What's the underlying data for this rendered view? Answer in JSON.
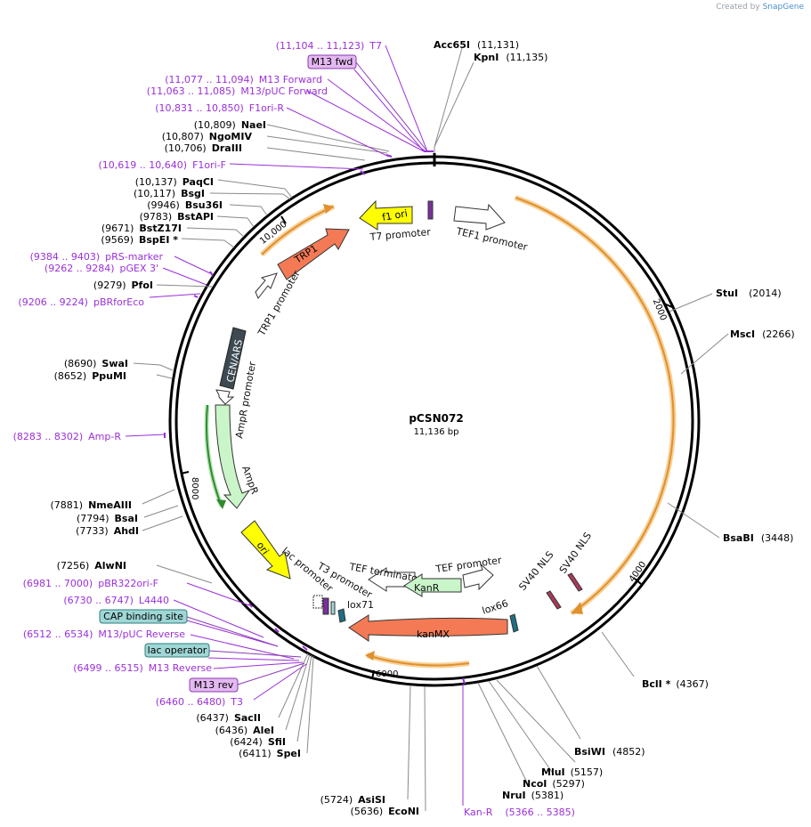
{
  "credit": {
    "prefix": "Created by",
    "brand": "SnapGene"
  },
  "plasmid": {
    "name": "pCSN072",
    "size_label": "11,136 bp"
  },
  "ruler_ticks": [
    "2000",
    "4000",
    "6000",
    "8000",
    "10,000"
  ],
  "enzymes": [
    {
      "id": "acc65i",
      "name": "Acc65I",
      "pos": "(11,131)"
    },
    {
      "id": "kpni",
      "name": "KpnI",
      "pos": "(11,135)"
    },
    {
      "id": "naei",
      "name": "NaeI",
      "pos": "(10,809)"
    },
    {
      "id": "ngomiv",
      "name": "NgoMIV",
      "pos": "(10,807)"
    },
    {
      "id": "draiii",
      "name": "DraIII",
      "pos": "(10,706)"
    },
    {
      "id": "paqci",
      "name": "PaqCI",
      "pos": "(10,137)"
    },
    {
      "id": "bsgi",
      "name": "BsgI",
      "pos": "(10,117)"
    },
    {
      "id": "bsu36i",
      "name": "Bsu36I",
      "pos": "(9946)"
    },
    {
      "id": "bstapi",
      "name": "BstAPI",
      "pos": "(9783)"
    },
    {
      "id": "bstz17i",
      "name": "BstZ17I",
      "pos": "(9671)"
    },
    {
      "id": "bspei",
      "name": "BspEI *",
      "pos": "(9569)"
    },
    {
      "id": "pfoi",
      "name": "PfoI",
      "pos": "(9279)"
    },
    {
      "id": "swai",
      "name": "SwaI",
      "pos": "(8690)"
    },
    {
      "id": "ppumi",
      "name": "PpuMI",
      "pos": "(8652)"
    },
    {
      "id": "nmeaiii",
      "name": "NmeAIII",
      "pos": "(7881)"
    },
    {
      "id": "bsai",
      "name": "BsaI",
      "pos": "(7794)"
    },
    {
      "id": "ahdi",
      "name": "AhdI",
      "pos": "(7733)"
    },
    {
      "id": "alwni",
      "name": "AlwNI",
      "pos": "(7256)"
    },
    {
      "id": "sacii",
      "name": "SacII",
      "pos": "(6437)"
    },
    {
      "id": "alei",
      "name": "AleI",
      "pos": "(6436)"
    },
    {
      "id": "sfii",
      "name": "SfiI",
      "pos": "(6424)"
    },
    {
      "id": "spei",
      "name": "SpeI",
      "pos": "(6411)"
    },
    {
      "id": "asisi",
      "name": "AsiSI",
      "pos": "(5724)"
    },
    {
      "id": "econi",
      "name": "EcoNI",
      "pos": "(5636)"
    },
    {
      "id": "nrui",
      "name": "NruI",
      "pos": "(5381)"
    },
    {
      "id": "ncoi",
      "name": "NcoI",
      "pos": "(5297)"
    },
    {
      "id": "mlui",
      "name": "MluI",
      "pos": "(5157)"
    },
    {
      "id": "bsiwi",
      "name": "BsiWI",
      "pos": "(4852)"
    },
    {
      "id": "bcli",
      "name": "BclI *",
      "pos": "(4367)"
    },
    {
      "id": "bsabi",
      "name": "BsaBI",
      "pos": "(3448)"
    },
    {
      "id": "msci",
      "name": "MscI",
      "pos": "(2266)"
    },
    {
      "id": "stui",
      "name": "StuI",
      "pos": "(2014)"
    }
  ],
  "primers": [
    {
      "id": "t7",
      "range": "(11,104 .. 11,123)",
      "name": "T7"
    },
    {
      "id": "m13-forward",
      "range": "(11,077 .. 11,094)",
      "name": "M13 Forward"
    },
    {
      "id": "m13-puc-forward",
      "range": "(11,063 .. 11,085)",
      "name": "M13/pUC Forward"
    },
    {
      "id": "f1ori-r",
      "range": "(10,831 .. 10,850)",
      "name": "F1ori-R"
    },
    {
      "id": "f1ori-f",
      "range": "(10,619 .. 10,640)",
      "name": "F1ori-F"
    },
    {
      "id": "prs-marker",
      "range": "(9384 .. 9403)",
      "name": "pRS-marker"
    },
    {
      "id": "pgex-3",
      "range": "(9262 .. 9284)",
      "name": "pGEX 3'"
    },
    {
      "id": "pbrforeco",
      "range": "(9206 .. 9224)",
      "name": "pBRforEco"
    },
    {
      "id": "amp-r",
      "range": "(8283 .. 8302)",
      "name": "Amp-R"
    },
    {
      "id": "pbr322ori-f",
      "range": "(6981 .. 7000)",
      "name": "pBR322ori-F"
    },
    {
      "id": "l4440",
      "range": "(6730 .. 6747)",
      "name": "L4440"
    },
    {
      "id": "m13-puc-reverse",
      "range": "(6512 .. 6534)",
      "name": "M13/pUC Reverse"
    },
    {
      "id": "m13-reverse",
      "range": "(6499 .. 6515)",
      "name": "M13 Reverse"
    },
    {
      "id": "t3",
      "range": "(6460 .. 6480)",
      "name": "T3"
    },
    {
      "id": "kan-r",
      "range": "(5366 .. 5385)",
      "name": "Kan-R"
    }
  ],
  "boxed_features": [
    {
      "id": "m13-fwd",
      "label": "M13 fwd",
      "fill": "#e4b8f0",
      "stroke": "#8a3ab5"
    },
    {
      "id": "cap-binding-site",
      "label": "CAP binding site",
      "fill": "#9fd6d6",
      "stroke": "#2f7f7f"
    },
    {
      "id": "lac-operator",
      "label": "lac operator",
      "fill": "#9fd6d6",
      "stroke": "#2f7f7f"
    },
    {
      "id": "m13-rev",
      "label": "M13 rev",
      "fill": "#e4b8f0",
      "stroke": "#8a3ab5"
    }
  ],
  "features": [
    {
      "id": "f1-ori",
      "label": "f1 ori",
      "color": "#ffff00"
    },
    {
      "id": "t7-promoter",
      "label": "T7 promoter"
    },
    {
      "id": "tef1-promoter",
      "label": "TEF1 promoter",
      "color": "#ffffff"
    },
    {
      "id": "trp1",
      "label": "TRP1",
      "color": "#f47a55"
    },
    {
      "id": "trp1-promoter",
      "label": "TRP1 promoter",
      "color": "#ffffff"
    },
    {
      "id": "cen-ars",
      "label": "CEN/ARS",
      "color": "#3d4a52"
    },
    {
      "id": "ampr-promoter",
      "label": "AmpR promoter",
      "color": "#ffffff"
    },
    {
      "id": "ampr",
      "label": "AmpR",
      "color": "#c9f5c9"
    },
    {
      "id": "ori",
      "label": "ori",
      "color": "#ffff00"
    },
    {
      "id": "lac-promoter",
      "label": "lac promoter"
    },
    {
      "id": "t3-promoter",
      "label": "T3 promoter"
    },
    {
      "id": "lox71",
      "label": "lox71"
    },
    {
      "id": "tef-terminator",
      "label": "TEF terminator",
      "color": "#ffffff"
    },
    {
      "id": "kanr",
      "label": "KanR",
      "color": "#c9f5c9"
    },
    {
      "id": "tef-promoter",
      "label": "TEF promoter",
      "color": "#ffffff"
    },
    {
      "id": "sv40-nls-1",
      "label": "SV40 NLS",
      "color": "#a83a5a"
    },
    {
      "id": "sv40-nls-2",
      "label": "SV40 NLS",
      "color": "#a83a5a"
    },
    {
      "id": "lox66",
      "label": "lox66",
      "color": "#1f6f86"
    },
    {
      "id": "kanmx",
      "label": "kanMX",
      "color": "#f47a55"
    }
  ],
  "colors": {
    "primer": "#9b30d9",
    "orf_arc": "#f0a64d",
    "backbone": "#000000"
  }
}
